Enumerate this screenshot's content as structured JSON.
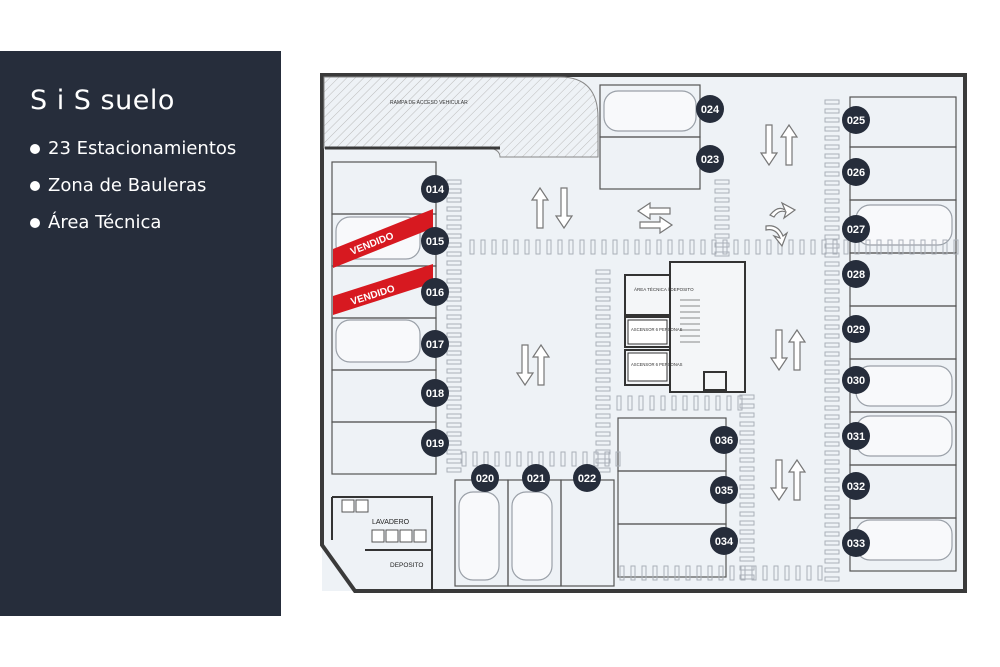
{
  "panel": {
    "title": "S i S suelo",
    "features": [
      "23 Estacionamientos",
      "Zona de Bauleras",
      "Área Técnica"
    ]
  },
  "plan": {
    "ramp_label": "RAMPA DE ACCESO VEHICULAR",
    "room_labels": {
      "lavadero": "LAVADERO",
      "deposito": "DEPOSITO",
      "area_tecnica": "ÁREA TÉCNICA / DEPOSITO",
      "ascensor_1": "ASCENSOR 6 PERSONAS",
      "ascensor_2": "ASCENSOR 6 PERSONAS"
    },
    "sold_label": "VENDIDO",
    "spots": [
      {
        "id": "014",
        "sold": false
      },
      {
        "id": "015",
        "sold": true
      },
      {
        "id": "016",
        "sold": true
      },
      {
        "id": "017",
        "sold": false
      },
      {
        "id": "018",
        "sold": false
      },
      {
        "id": "019",
        "sold": false
      },
      {
        "id": "020",
        "sold": false
      },
      {
        "id": "021",
        "sold": false
      },
      {
        "id": "022",
        "sold": false
      },
      {
        "id": "023",
        "sold": false
      },
      {
        "id": "024",
        "sold": false
      },
      {
        "id": "025",
        "sold": false
      },
      {
        "id": "026",
        "sold": false
      },
      {
        "id": "027",
        "sold": false
      },
      {
        "id": "028",
        "sold": false
      },
      {
        "id": "029",
        "sold": false
      },
      {
        "id": "030",
        "sold": false
      },
      {
        "id": "031",
        "sold": false
      },
      {
        "id": "032",
        "sold": false
      },
      {
        "id": "033",
        "sold": false
      },
      {
        "id": "034",
        "sold": false
      },
      {
        "id": "035",
        "sold": false
      },
      {
        "id": "036",
        "sold": false
      }
    ],
    "colors": {
      "panel_bg": "#262d3b",
      "badge_bg": "#262d3b",
      "sold_banner": "#d71920",
      "walls": "#3a3a3a"
    }
  }
}
